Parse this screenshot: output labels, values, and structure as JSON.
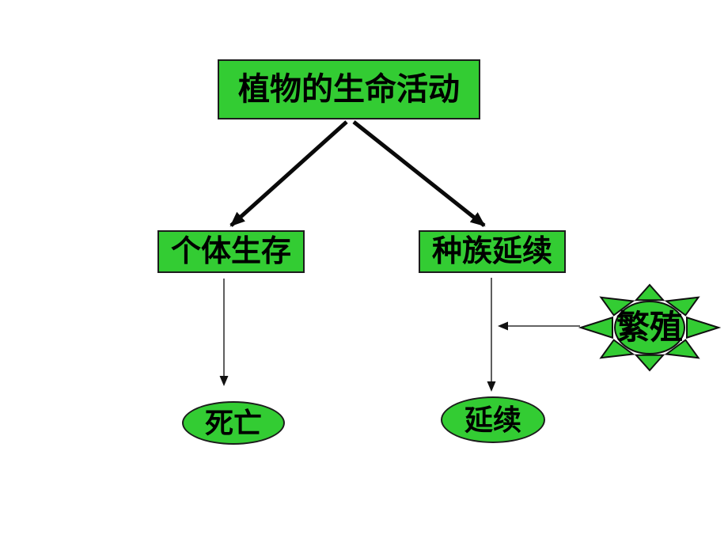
{
  "diagram": {
    "root": {
      "label": "植物的生命活动"
    },
    "branches": [
      {
        "label": "个体生存"
      },
      {
        "label": "种族延续"
      }
    ],
    "outcomes": [
      {
        "label": "死亡"
      },
      {
        "label": "延续"
      }
    ],
    "sun": {
      "label": "繁殖"
    }
  },
  "colors": {
    "background": "#ffffff",
    "shape_fill": "#33cc33",
    "shape_border": "#1c1c1c",
    "text": "#000000",
    "arrow_thick": "#0a0a0a",
    "arrow_thin": "#4d4d4d",
    "arrowhead": "#111111"
  }
}
